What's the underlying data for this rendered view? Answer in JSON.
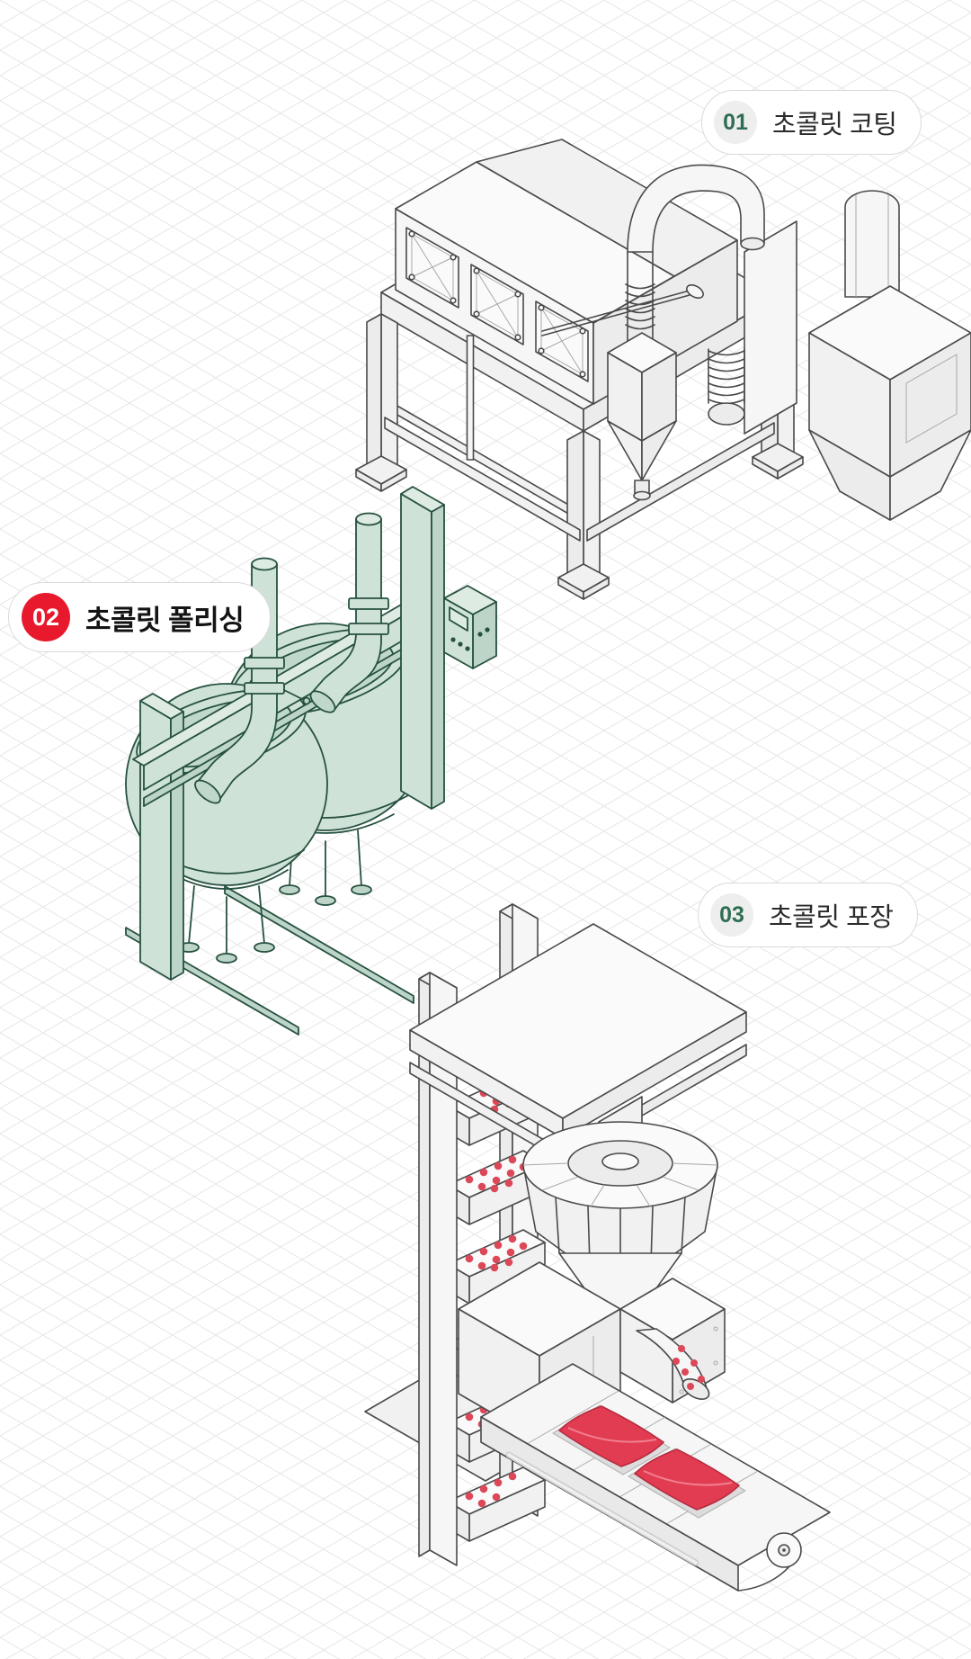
{
  "diagram": {
    "steps": [
      {
        "number": "01",
        "label": "초콜릿 코팅",
        "state": "default",
        "machine": "chocolate-coating-machine"
      },
      {
        "number": "02",
        "label": "초콜릿 폴리싱",
        "state": "active",
        "machine": "chocolate-polishing-machine"
      },
      {
        "number": "03",
        "label": "초콜릿 포장",
        "state": "default",
        "machine": "chocolate-packaging-machine"
      }
    ],
    "badge_colors": {
      "default_bg": "#eeeeee",
      "default_number": "#2f6e53",
      "active_bg": "#e8192c",
      "active_number": "#ffffff"
    },
    "colors": {
      "background": "#ffffff",
      "grid_line": "#e7e7e7",
      "machine_outline": "#4a4a4a",
      "machine_fill": "#f4f4f4",
      "green_outline": "#26513f",
      "green_fill": "#cfe2d7",
      "accent_red": "#e8192c",
      "candy_red": "#dd4859",
      "pouch_red": "#e23c52"
    }
  }
}
